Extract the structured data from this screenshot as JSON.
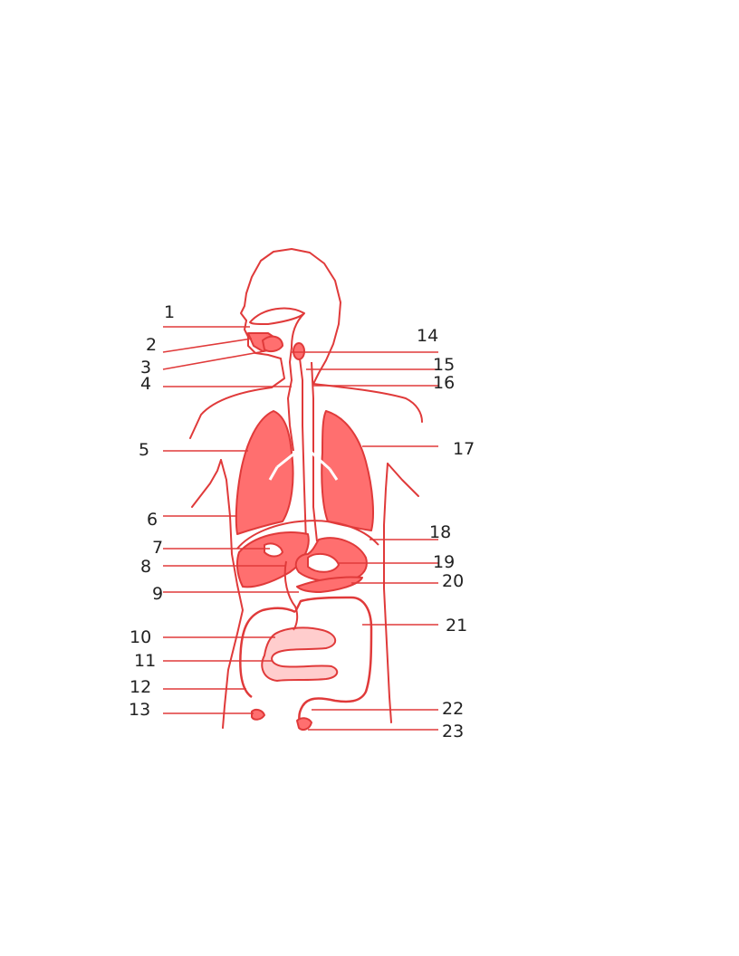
{
  "colors": {
    "line": "#e03a3a",
    "fill": "#ff6f6f",
    "text": "#222222",
    "background": "#ffffff"
  },
  "labels": {
    "n1": "1",
    "n2": "2",
    "n3": "3",
    "n4": "4",
    "n5": "5",
    "n6": "6",
    "n7": "7",
    "n8": "8",
    "n9": "9",
    "n10": "10",
    "n11": "11",
    "n12": "12",
    "n13": "13",
    "n14": "14",
    "n15": "15",
    "n16": "16",
    "n17": "17",
    "n18": "18",
    "n19": "19",
    "n20": "20",
    "n21": "21",
    "n22": "22",
    "n23": "23"
  }
}
